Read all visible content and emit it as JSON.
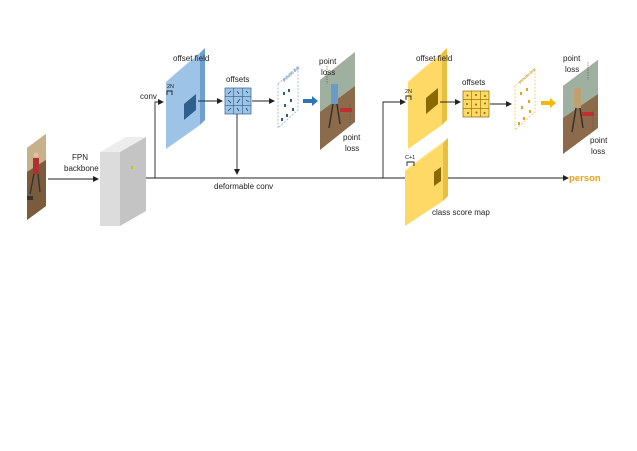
{
  "labels": {
    "fpn_line1": "FPN",
    "fpn_line2": "backbone",
    "conv": "conv",
    "deformable_conv": "deformable conv",
    "offset_field_blue": "offset field",
    "offset_field_yellow": "offset field",
    "channels_2n_blue": "2N",
    "channels_2n_yellow": "2N",
    "channels_c1": "C+1",
    "offsets_blue": "offsets",
    "offsets_yellow": "offsets",
    "point_loss_top_left_1": "point",
    "point_loss_top_left_2": "loss",
    "point_loss_mid_left_1": "point",
    "point_loss_mid_left_2": "loss",
    "point_loss_top_right_1": "point",
    "point_loss_top_right_2": "loss",
    "point_loss_bot_right_1": "point",
    "point_loss_bot_right_2": "loss",
    "pseudo_box_blue": "pseudo box",
    "pseudo_box_yellow": "pseudo box",
    "class_score_map": "class score map",
    "output_class": "person"
  },
  "colors": {
    "blue_map": "#9dc3e6",
    "blue_dark": "#2e5f8f",
    "yellow_map": "#ffd966",
    "yellow_dark": "#8a6a00",
    "backbone_gray": "#d4d4d4",
    "output_accent": "#e8a317",
    "wire": "#222222"
  },
  "icons": [
    "input-photo-icon",
    "arrow-icon",
    "offset-grid-icon",
    "pseudo-box-icon"
  ]
}
